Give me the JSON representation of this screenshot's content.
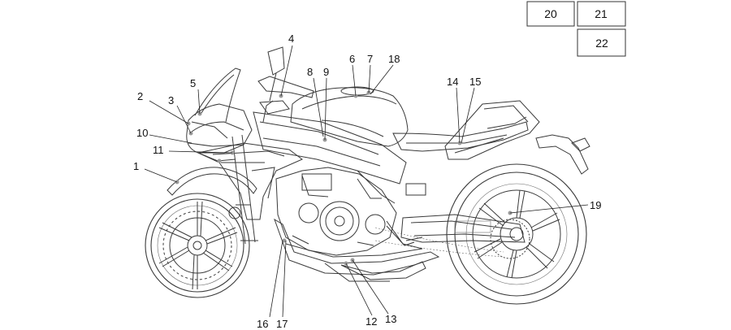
{
  "callouts": [
    {
      "id": "1",
      "label": "1"
    },
    {
      "id": "2",
      "label": "2"
    },
    {
      "id": "3",
      "label": "3"
    },
    {
      "id": "4",
      "label": "4"
    },
    {
      "id": "5",
      "label": "5"
    },
    {
      "id": "6",
      "label": "6"
    },
    {
      "id": "7",
      "label": "7"
    },
    {
      "id": "8",
      "label": "8"
    },
    {
      "id": "9",
      "label": "9"
    },
    {
      "id": "10",
      "label": "10"
    },
    {
      "id": "11",
      "label": "11"
    },
    {
      "id": "12",
      "label": "12"
    },
    {
      "id": "13",
      "label": "13"
    },
    {
      "id": "14",
      "label": "14"
    },
    {
      "id": "15",
      "label": "15"
    },
    {
      "id": "16",
      "label": "16"
    },
    {
      "id": "17",
      "label": "17"
    },
    {
      "id": "18",
      "label": "18"
    },
    {
      "id": "19",
      "label": "19"
    }
  ],
  "legend_boxes": [
    {
      "id": "20",
      "label": "20"
    },
    {
      "id": "21",
      "label": "21"
    },
    {
      "id": "22",
      "label": "22"
    }
  ],
  "colors": {
    "ink": "#3a3a3a",
    "decal": "#9a9a9a",
    "background": "#ffffff"
  }
}
